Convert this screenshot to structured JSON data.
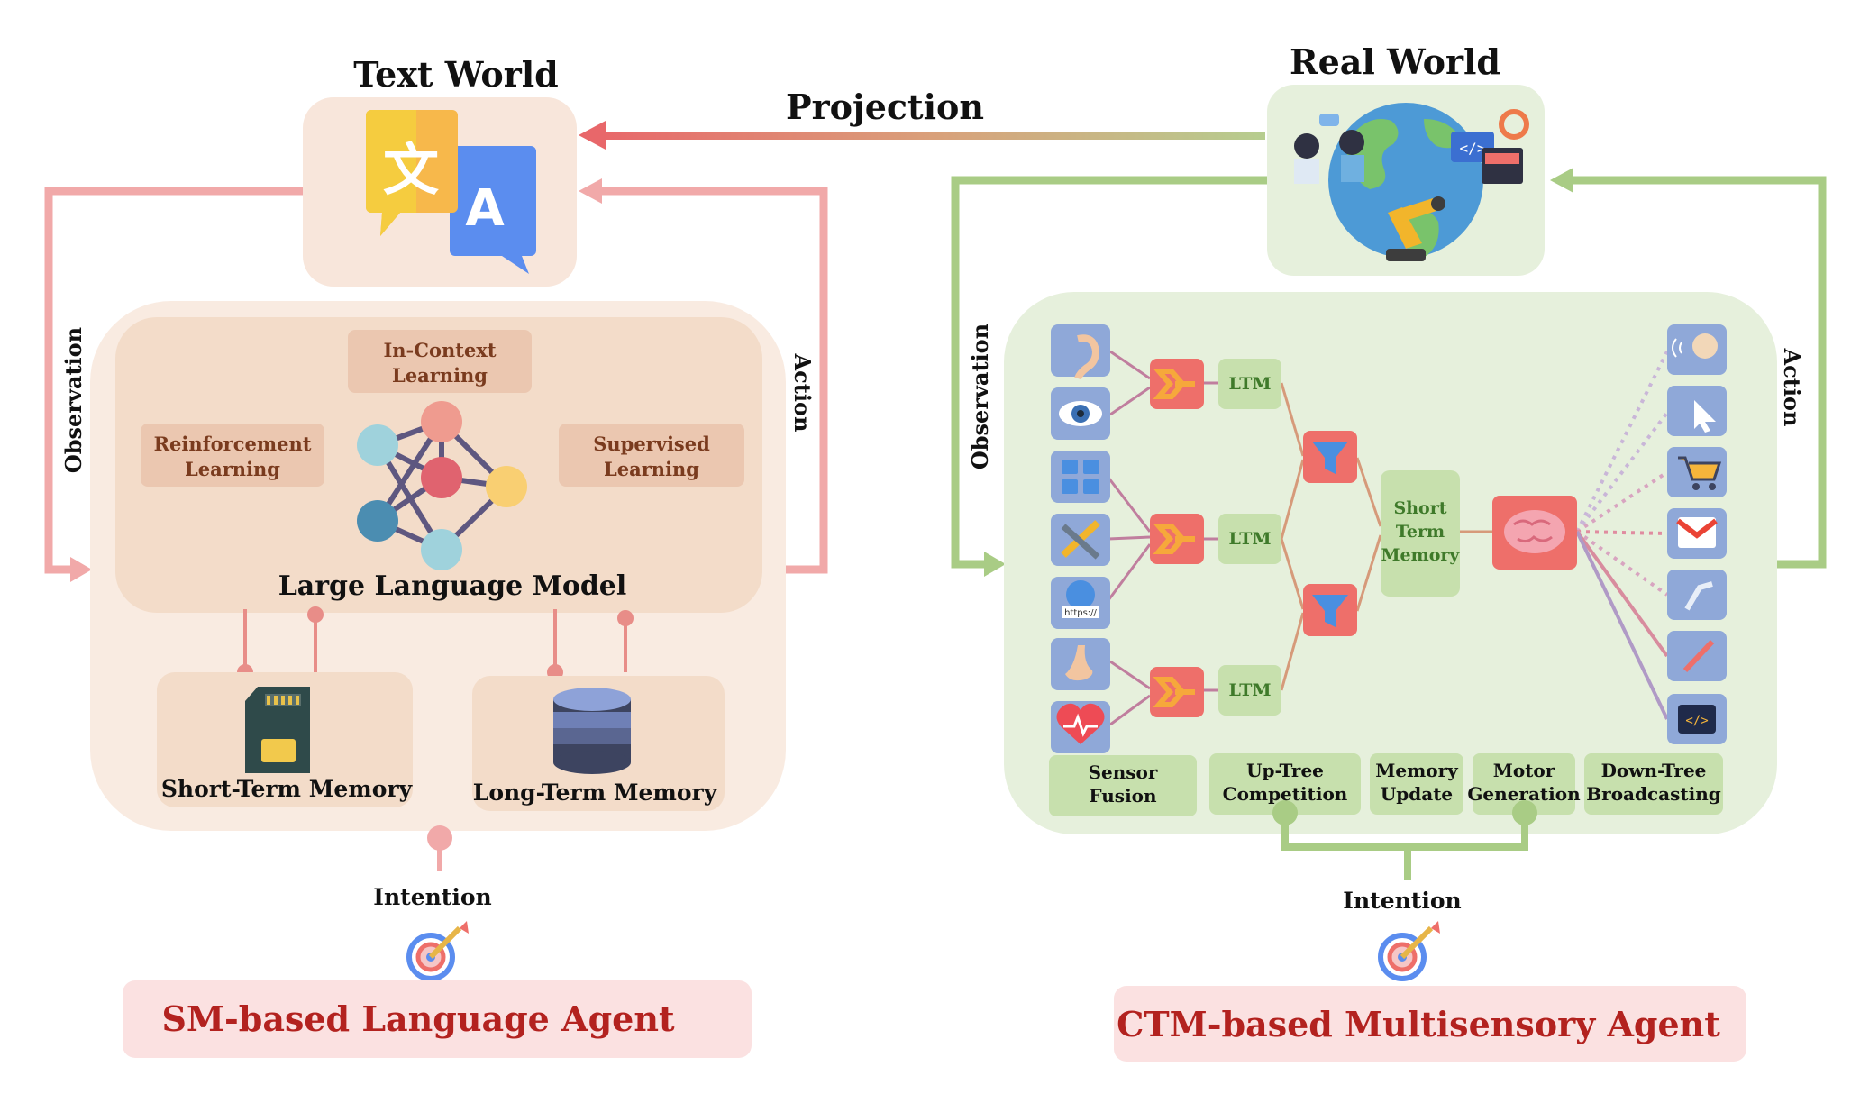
{
  "left": {
    "world_title": "Text World",
    "observation": "Observation",
    "action": "Action",
    "skills": {
      "in_context": [
        "In-Context",
        "Learning"
      ],
      "reinforcement": [
        "Reinforcement",
        "Learning"
      ],
      "supervised": [
        "Supervised",
        "Learning"
      ]
    },
    "model_label": "Large Language Model",
    "short_term_memory": "Short-Term Memory",
    "long_term_memory": "Long-Term Memory",
    "intention": "Intention",
    "banner": "SM-based Language Agent"
  },
  "projection": "Projection",
  "right": {
    "world_title": "Real World",
    "observation": "Observation",
    "action": "Action",
    "ltm": "LTM",
    "short_term_memory": [
      "Short",
      "Term",
      "Memory"
    ],
    "stage_labels": [
      [
        "Sensor",
        "Fusion"
      ],
      [
        "Up-Tree",
        "Competition"
      ],
      [
        "Memory",
        "Update"
      ],
      [
        "Motor",
        "Generation"
      ],
      [
        "Down-Tree",
        "Broadcasting"
      ]
    ],
    "intention": "Intention",
    "banner": "CTM-based Multisensory Agent",
    "web_icon_text": "https://"
  },
  "colors": {
    "left_arrow": "#f1a9a9",
    "right_arrow": "#a9cc85",
    "banner_bg": "#fbe1e1",
    "banner_text": "#b3221f",
    "left_panel": "#f8e6db",
    "right_panel": "#e6f0dc",
    "ltm_box": "#c7e0ad",
    "sensor_bg": "#8fa8d8",
    "fusion_red": "#ee6f6a",
    "fusion_orange": "#f6a83b"
  },
  "icons": [
    "translate-icon",
    "earth-icon",
    "ear-icon",
    "eye-icon",
    "calculator-icon",
    "tools-icon",
    "web-icon",
    "nose-icon",
    "heart-icon",
    "brain-icon",
    "speaking-head-icon",
    "cursor-icon",
    "cart-icon",
    "gmail-icon",
    "robot-arm-icon",
    "pen-icon",
    "code-icon",
    "target-icon",
    "sd-card-icon",
    "database-icon",
    "network-icon",
    "filter-icon"
  ]
}
